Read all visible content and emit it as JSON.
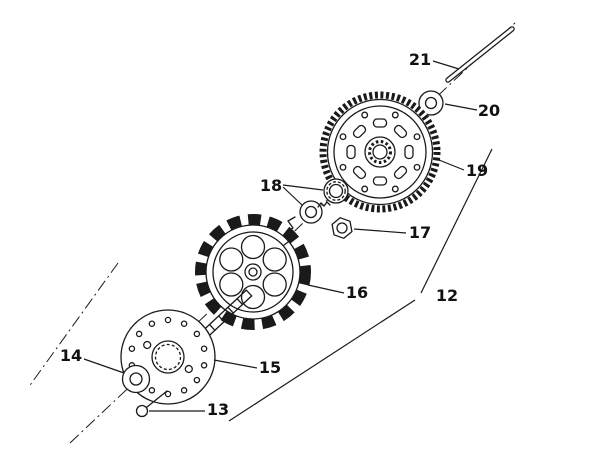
{
  "colors": {
    "line": "#1a1a1a",
    "background": "#ffffff"
  },
  "callouts": {
    "c12": {
      "label": "12"
    },
    "c13": {
      "label": "13"
    },
    "c14": {
      "label": "14"
    },
    "c15": {
      "label": "15"
    },
    "c16": {
      "label": "16"
    },
    "c17": {
      "label": "17"
    },
    "c18": {
      "label": "18"
    },
    "c19": {
      "label": "19"
    },
    "c20": {
      "label": "20"
    },
    "c21": {
      "label": "21"
    }
  }
}
